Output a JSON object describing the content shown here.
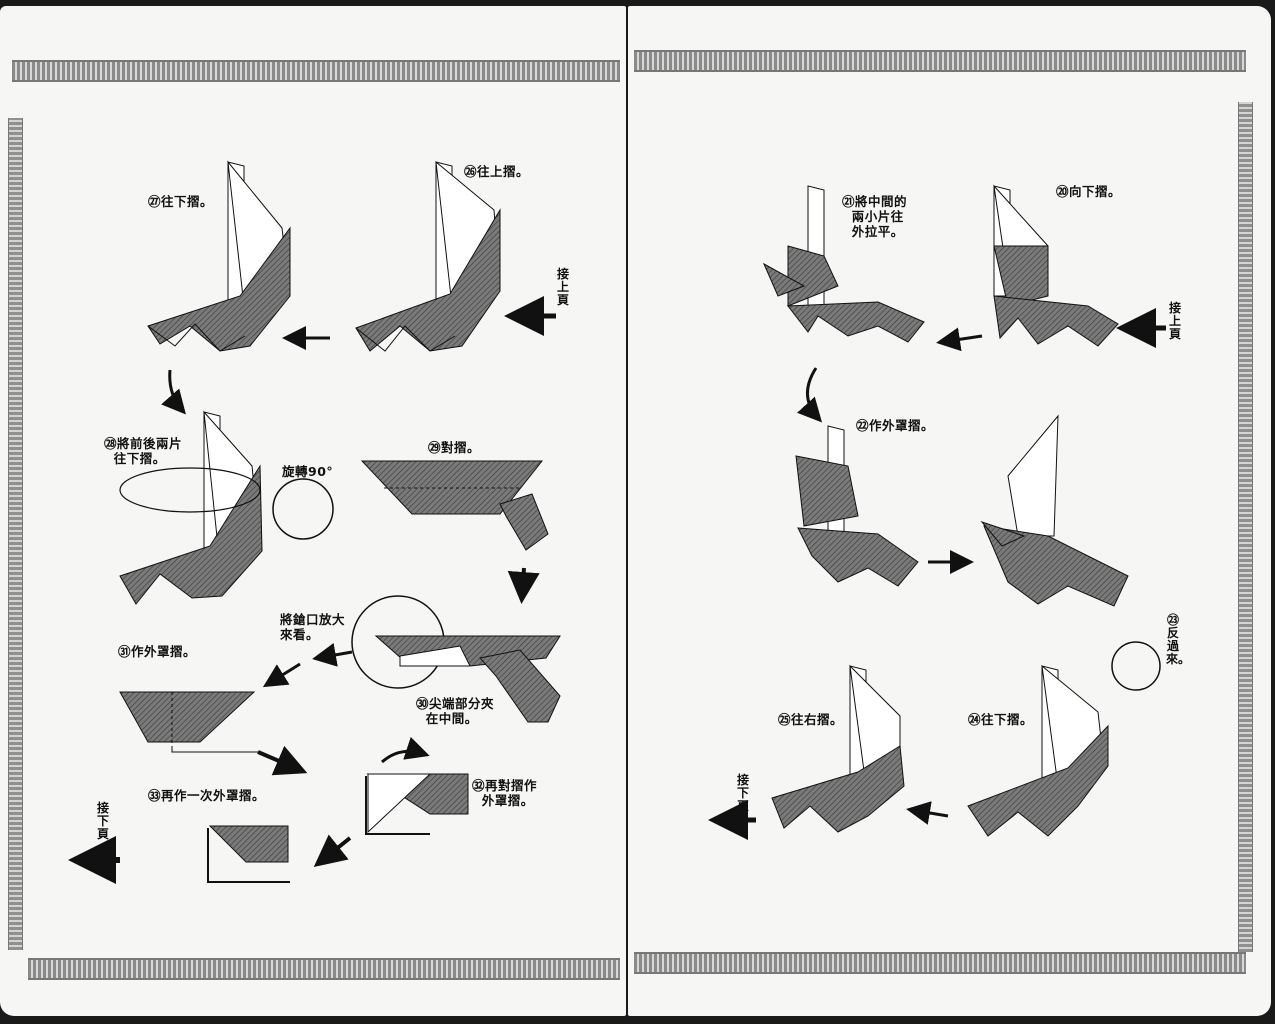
{
  "left_page": {
    "steps": {
      "s26": "㉖往上摺。",
      "s27": "㉗往下摺。",
      "s28": "㉘將前後兩片\n  往下摺。",
      "rotate": "旋轉90°",
      "s29": "㉙對摺。",
      "zoom": "將鎗口放大\n來看。",
      "s30": "㉚尖端部分夾\n  在中間。",
      "s31": "㉛作外罩摺。",
      "s32": "㉜再對摺作\n  外罩摺。",
      "s33": "㉝再作一次外罩摺。"
    },
    "continue_from": "接上頁",
    "continue_to": "接下頁"
  },
  "right_page": {
    "steps": {
      "s20": "⑳向下摺。",
      "s21": "㉑將中間的\n  兩小片往\n  外拉平。",
      "s22": "㉒作外罩摺。",
      "s23": "㉓反過來。",
      "s24": "㉔往下摺。",
      "s25": "㉕往右摺。"
    },
    "continue_from": "接上頁",
    "continue_to": "接下頁"
  },
  "colors": {
    "paper": "#f6f6f4",
    "ink": "#111111",
    "shade": "#6f6f6f"
  }
}
